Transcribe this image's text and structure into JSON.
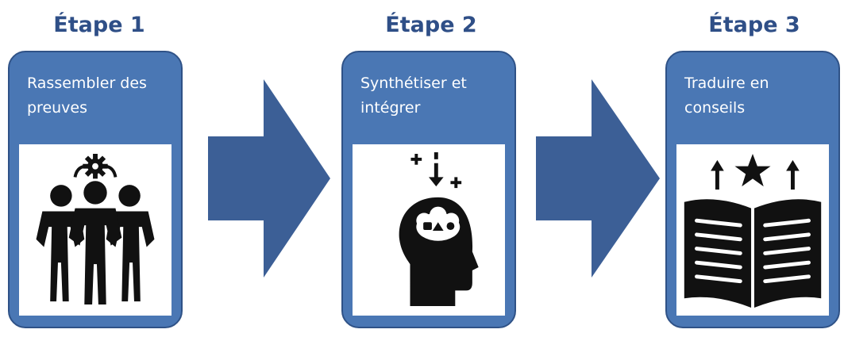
{
  "steps": [
    {
      "title": "Étape 1",
      "label_line1": "Rassembler des",
      "label_line2": "preuves",
      "icon": "team-gear-icon"
    },
    {
      "title": "Étape 2",
      "label_line1": "Synthétiser et",
      "label_line2": "intégrer",
      "icon": "head-ideas-icon"
    },
    {
      "title": "Étape 3",
      "label_line1": "Traduire en",
      "label_line2": "conseils",
      "icon": "open-book-star-icon"
    }
  ],
  "colors": {
    "title": "#2f4f87",
    "card": "#4a77b4",
    "arrow": "#3c5f96",
    "icon": "#111111"
  }
}
